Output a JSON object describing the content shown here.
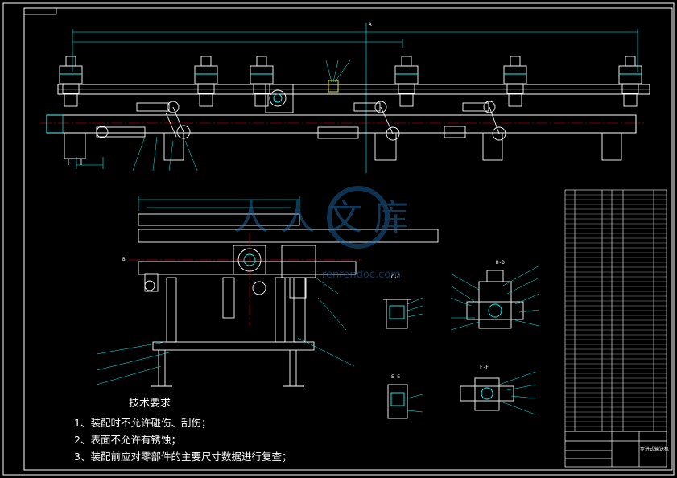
{
  "drawing": {
    "tech_requirements": {
      "title": "技术要求",
      "items": [
        "1、装配时不允许碰伤、刮伤；",
        "2、表面不允许有锈蚀；",
        "3、装配前应对零部件的主要尺寸数据进行复查；"
      ]
    },
    "section_labels": [
      "C-C",
      "D-D",
      "E-E",
      "F-F"
    ],
    "view_markers": [
      "A",
      "B"
    ],
    "title_block": {
      "name": "步进式输送机"
    },
    "watermark": {
      "text": "人人文库",
      "sub": "renrendoc.com"
    },
    "colors": {
      "outline": "#ffffff",
      "dimension": "#00ffff",
      "centerline": "#ff0000",
      "part": "#ffffff",
      "accent": "#ffff00"
    }
  }
}
